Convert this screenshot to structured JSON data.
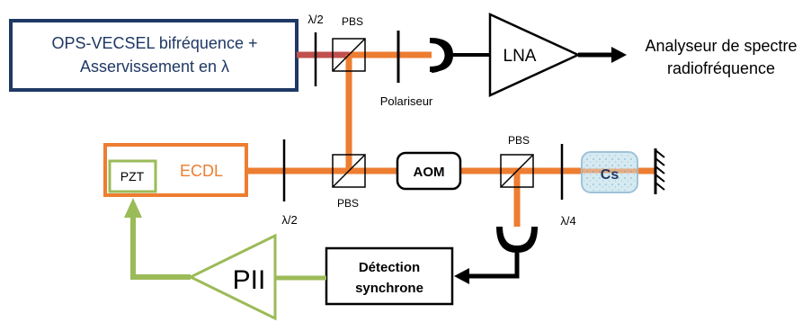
{
  "blocks": {
    "laser_line1": "OPS-VECSEL bifréquence +",
    "laser_line2": "Asservissement en λ",
    "lna": "LNA",
    "analyzer_line1": "Analyseur de spectre",
    "analyzer_line2": "radiofréquence",
    "ecdl": "ECDL",
    "pzt": "PZT",
    "aom": "AOM",
    "cs": "Cs",
    "pii": "PII",
    "detection_line1": "Détection",
    "detection_line2": "synchrone"
  },
  "labels": {
    "half_wave_top": "λ/2",
    "pbs_top": "PBS",
    "polarizer": "Polariseur",
    "half_wave_bottom": "λ/2",
    "pbs_bottom_left": "PBS",
    "pbs_bottom_right": "PBS",
    "quarter_wave": "λ/4"
  },
  "colors": {
    "laser_box_border": "#1f3864",
    "laser_text": "#1f3864",
    "orange_beam": "#ed7d31",
    "red_beam": "#c0504d",
    "green_signal": "#9bbb59",
    "cs_cell_fill": "#d6eaf2",
    "cs_cell_border": "#9dc3d8"
  }
}
